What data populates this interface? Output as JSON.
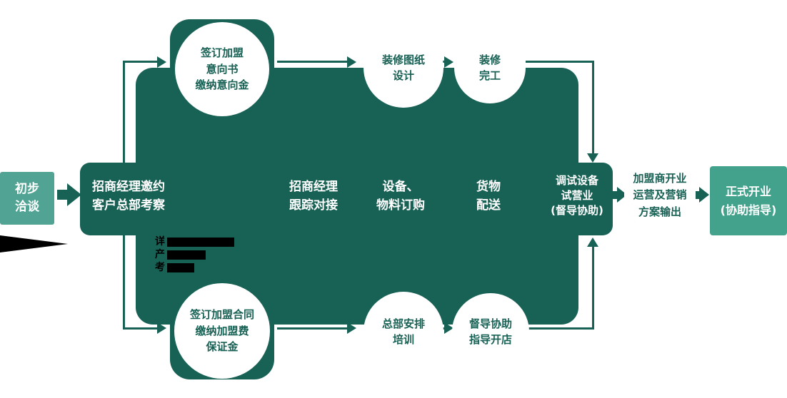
{
  "title": "franchise-process-flow-diagram",
  "colors": {
    "dark_teal": "#186155",
    "start_box_teal": "#51A494",
    "end_box_teal": "#43A28C",
    "circle_bg": "#FFFFFF",
    "note_black": "#000000"
  },
  "flow": {
    "start": {
      "line1": "初步",
      "line2": "洽谈"
    },
    "steps": [
      {
        "line1": "招商经理邀约",
        "line2": "客户总部考察"
      },
      {
        "line1": "招商经理",
        "line2": "跟踪对接"
      },
      {
        "line1": "设备、",
        "line2": "物料订购"
      },
      {
        "line1": "货物",
        "line2": "配送"
      },
      {
        "line1": "调试设备",
        "line2": "试营业",
        "line3": "(督导协助)"
      }
    ],
    "top_circles": [
      {
        "line1": "签订加盟",
        "line2": "意向书",
        "line3": "缴纳意向金"
      },
      {
        "line1": "装修图纸",
        "line2": "设计"
      },
      {
        "line1": "装修",
        "line2": "完工"
      }
    ],
    "bottom_circles": [
      {
        "line1": "签订加盟合同",
        "line2": "缴纳加盟费",
        "line3": "保证金"
      },
      {
        "line1": "总部安排",
        "line2": "培训"
      },
      {
        "line1": "督导协助",
        "line2": "指导开店"
      }
    ],
    "outcome": {
      "line1": "加盟商开业",
      "line2": "运营及营销",
      "line3": "方案输出"
    },
    "end": {
      "line1": "正式开业",
      "line2": "(协助指导)"
    },
    "note": {
      "line1": "详",
      "line2": "产",
      "line3": "考"
    }
  }
}
